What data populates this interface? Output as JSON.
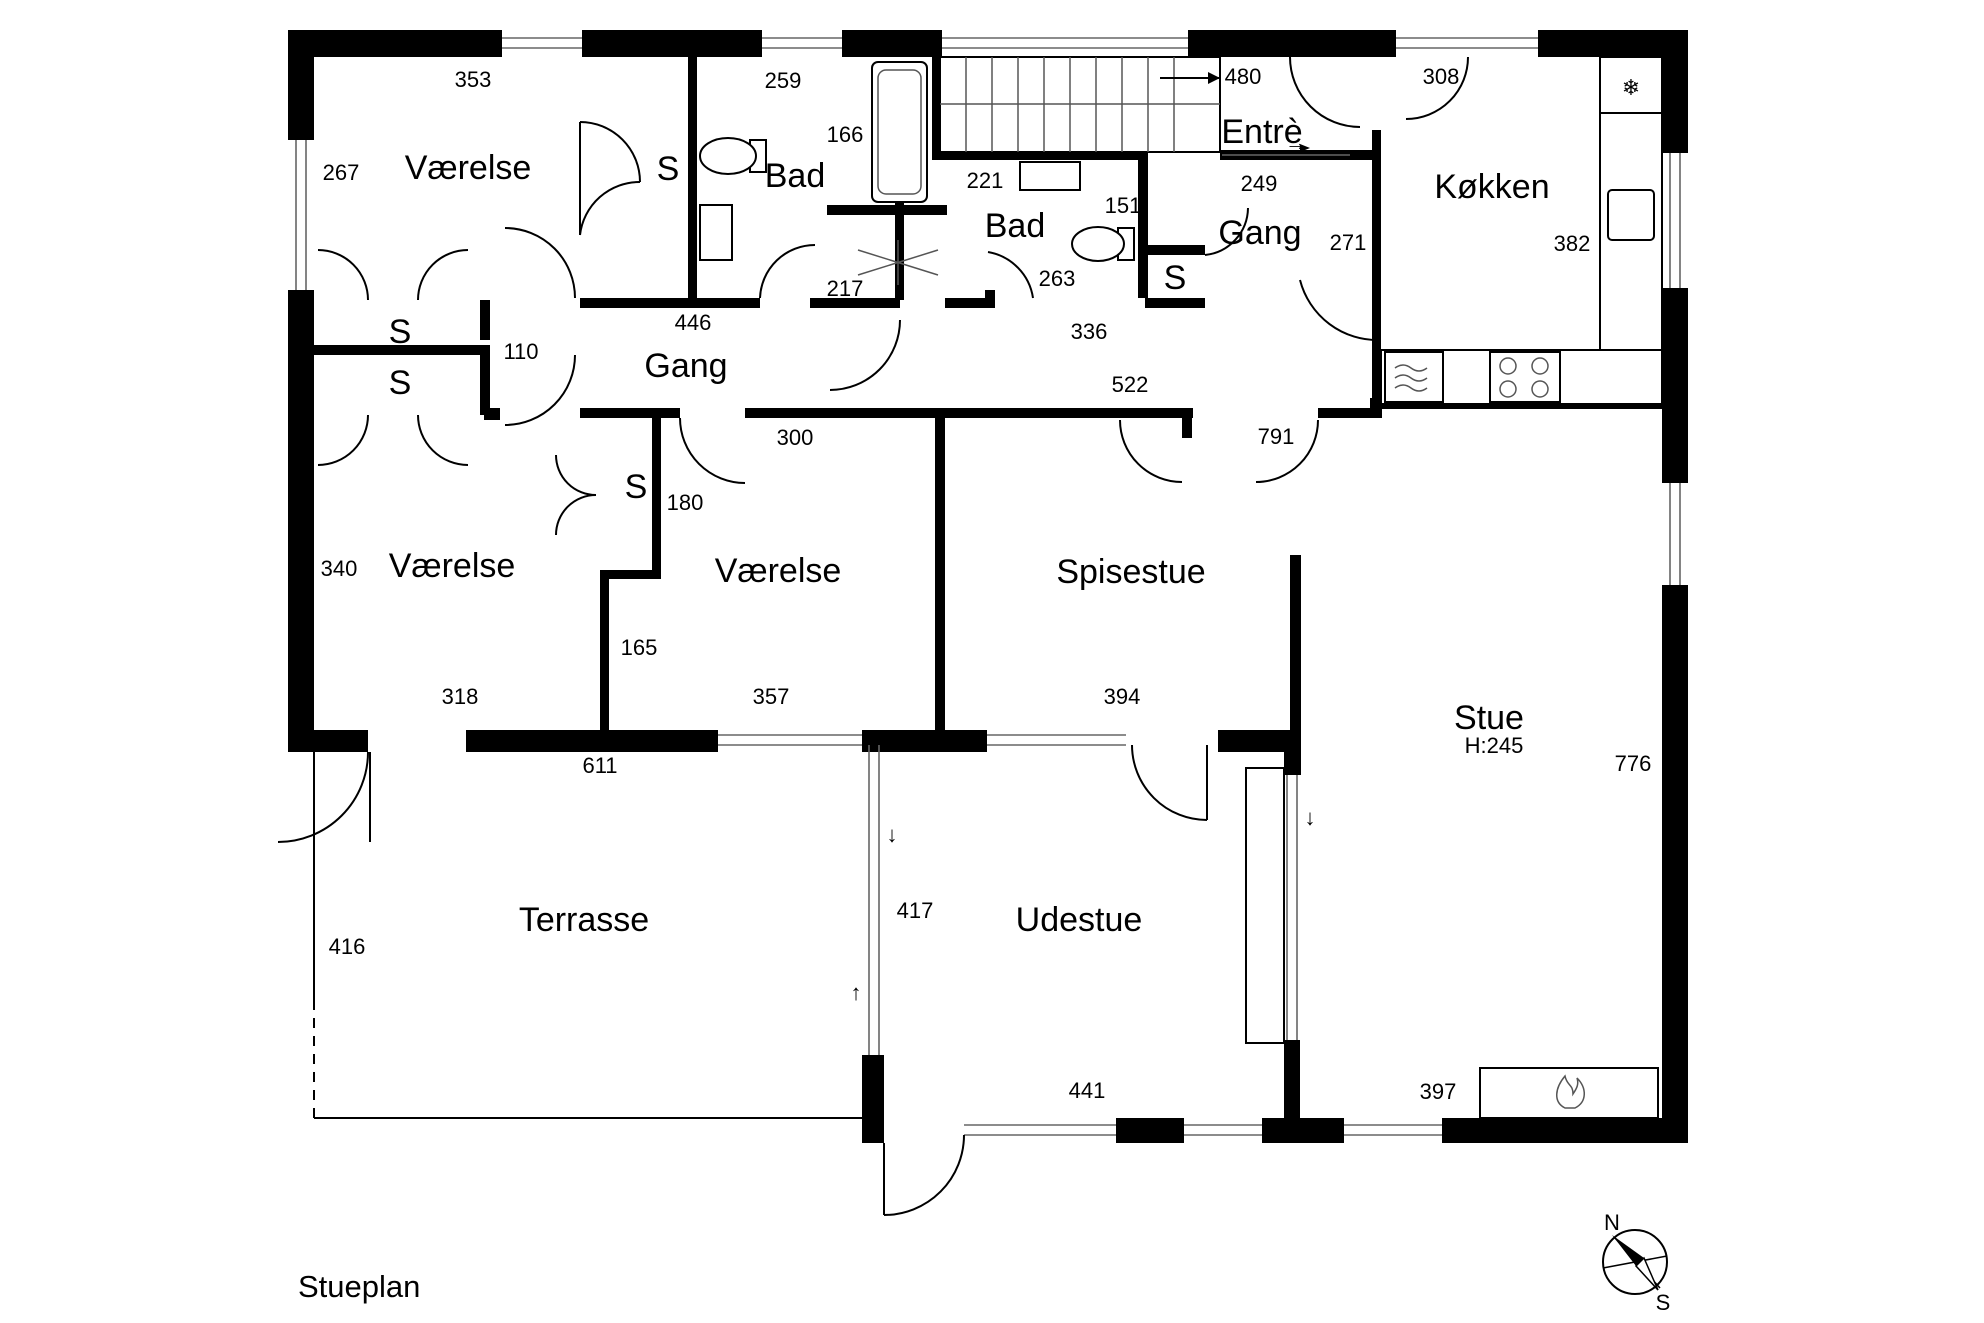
{
  "caption": "Stueplan",
  "rooms": [
    {
      "label": "Værelse"
    },
    {
      "label": "S"
    },
    {
      "label": "Bad"
    },
    {
      "label": "Entrè"
    },
    {
      "label": "Køkken"
    },
    {
      "label": "Bad"
    },
    {
      "label": "Gang"
    },
    {
      "label": "S"
    },
    {
      "label": "S"
    },
    {
      "label": "S"
    },
    {
      "label": "Gang"
    },
    {
      "label": "S"
    },
    {
      "label": "Værelse"
    },
    {
      "label": "Værelse"
    },
    {
      "label": "Spisestue"
    },
    {
      "label": "Stue"
    },
    {
      "label": "Terrasse"
    },
    {
      "label": "Udestue"
    }
  ],
  "room_height": "H:245",
  "dimensions": [
    "353",
    "259",
    "480",
    "308",
    "267",
    "166",
    "221",
    "249",
    "151",
    "271",
    "382",
    "217",
    "263",
    "446",
    "336",
    "110",
    "522",
    "300",
    "791",
    "180",
    "340",
    "165",
    "318",
    "357",
    "394",
    "611",
    "776",
    "417",
    "416",
    "441",
    "397"
  ],
  "compass": {
    "north": "N",
    "south": "S"
  }
}
